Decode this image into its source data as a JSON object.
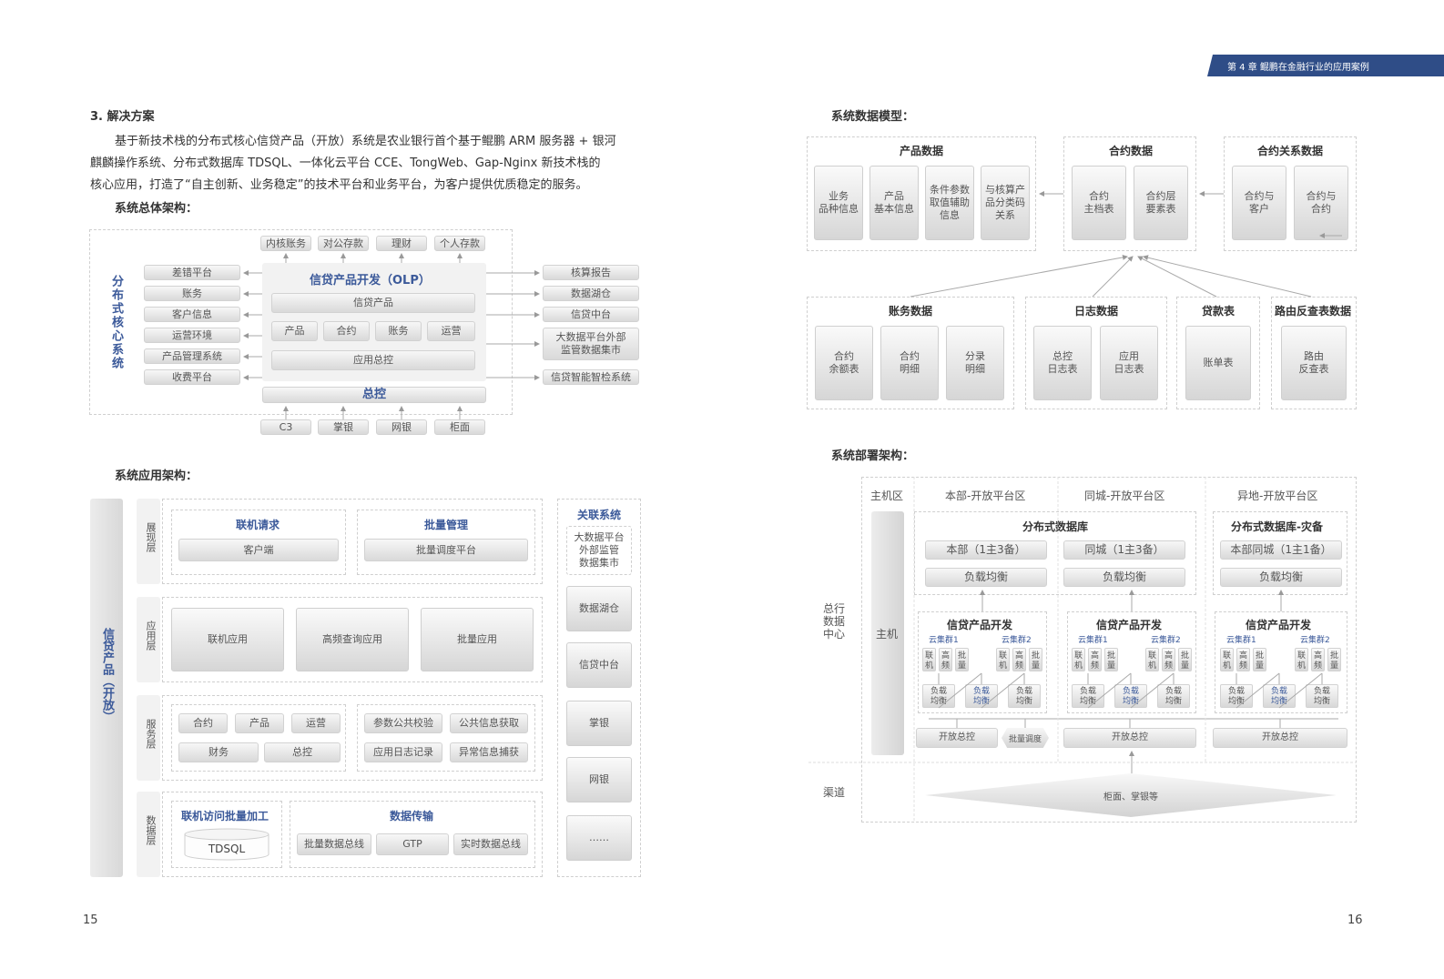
{
  "header": {
    "chapter": "第 4 章   鲲鹏在金融行业的应用案例"
  },
  "left": {
    "section_title": "3. 解决方案",
    "paragraph": [
      "基于新技术栈的分布式核心信贷产品（开放）系统是农业银行首个基于鲲鹏 ARM 服务器 + 银河",
      "麒麟操作系统、分布式数据库 TDSQL、一体化云平台 CCE、TongWeb、Gap-Nginx 新技术栈的",
      "核心应用，打造了“自主创新、业务稳定”的技术平台和业务平台，为客户提供优质稳定的服务。"
    ],
    "overall_title": "系统总体架构：",
    "overall": {
      "side_label": "分布式核心系统",
      "top_boxes": [
        "内核账务",
        "对公存款",
        "理财",
        "个人存款"
      ],
      "left_boxes": [
        "差错平台",
        "账务",
        "客户信息",
        "运营环境",
        "产品管理系统",
        "收费平台"
      ],
      "right_boxes": [
        "核算报告",
        "数据湖仓",
        "信贷中台",
        "大数据平台外部\n监管数据集市",
        "信贷智能智检系统"
      ],
      "center_title": "信贷产品开发（OLP）",
      "center_product": "信贷产品",
      "center_modules": [
        "产品",
        "合约",
        "账务",
        "运营"
      ],
      "center_bottom": "应用总控",
      "master": "总控",
      "bottom_boxes": [
        "C3",
        "掌银",
        "网银",
        "柜面"
      ]
    },
    "app_title": "系统应用架构：",
    "app": {
      "side_label": "信贷产品（开放）",
      "layers": [
        "展现层",
        "应用层",
        "服务层",
        "数据层"
      ],
      "online_req": "联机请求",
      "client": "客户端",
      "batch_mgmt": "批量管理",
      "batch_sched": "批量调度平台",
      "apps": [
        "联机应用",
        "高频查询应用",
        "批量应用"
      ],
      "svc_left": [
        "合约",
        "产品",
        "运营",
        "财务",
        "总控"
      ],
      "svc_right": [
        "参数公共校验",
        "公共信息获取",
        "应用日志记录",
        "异常信息捕获"
      ],
      "data_left_title": "联机访问批量加工",
      "tdsql": "TDSQL",
      "data_right_title": "数据传输",
      "data_right": [
        "批量数据总线",
        "GTP",
        "实时数据总线"
      ],
      "related_title": "关联系统",
      "related": [
        "大数据平台\n外部监管\n数据集市",
        "数据湖仓",
        "信贷中台",
        "掌银",
        "网银",
        "……"
      ]
    },
    "page_number": "15"
  },
  "right": {
    "data_model_title": "系统数据模型：",
    "dm": {
      "product": {
        "title": "产品数据",
        "items": [
          "业务\n品种信息",
          "产品\n基本信息",
          "条件参数\n取值辅助\n信息",
          "与核算产\n品分类码\n关系"
        ]
      },
      "contract": {
        "title": "合约数据",
        "items": [
          "合约\n主档表",
          "合约层\n要素表"
        ]
      },
      "relation": {
        "title": "合约关系数据",
        "items": [
          "合约与\n客户",
          "合约与\n合约"
        ]
      },
      "account": {
        "title": "账务数据",
        "items": [
          "合约\n余额表",
          "合约\n明细",
          "分录\n明细"
        ]
      },
      "log": {
        "title": "日志数据",
        "items": [
          "总控\n日志表",
          "应用\n日志表"
        ]
      },
      "loan": {
        "title": "贷款表",
        "items": [
          "账单表"
        ]
      },
      "route": {
        "title": "路由反查表数据",
        "items": [
          "路由\n反查表"
        ]
      }
    },
    "deploy_title": "系统部署架构：",
    "deploy": {
      "zone_host": "主机区",
      "zones": [
        "本部-开放平台区",
        "同城-开放平台区",
        "异地-开放平台区"
      ],
      "row_dc": "总行\n数据\n中心",
      "row_channel": "渠道",
      "host": "主机",
      "db_title": "分布式数据库",
      "db_hq": "本部（1主3备）",
      "db_city": "同城（1主3备）",
      "db_dr_title": "分布式数据库-灾备",
      "db_dr": "本部同城（1主1备）",
      "lb": "负载均衡",
      "olp": "信贷产品开发",
      "cluster1": "云集群1",
      "cluster2": "云集群2",
      "minis": [
        "联机",
        "高频",
        "批量"
      ],
      "open_ctrl": "开放总控",
      "batch_sched": "批量调度",
      "channel": "柜面、掌银等"
    },
    "page_number": "16"
  }
}
